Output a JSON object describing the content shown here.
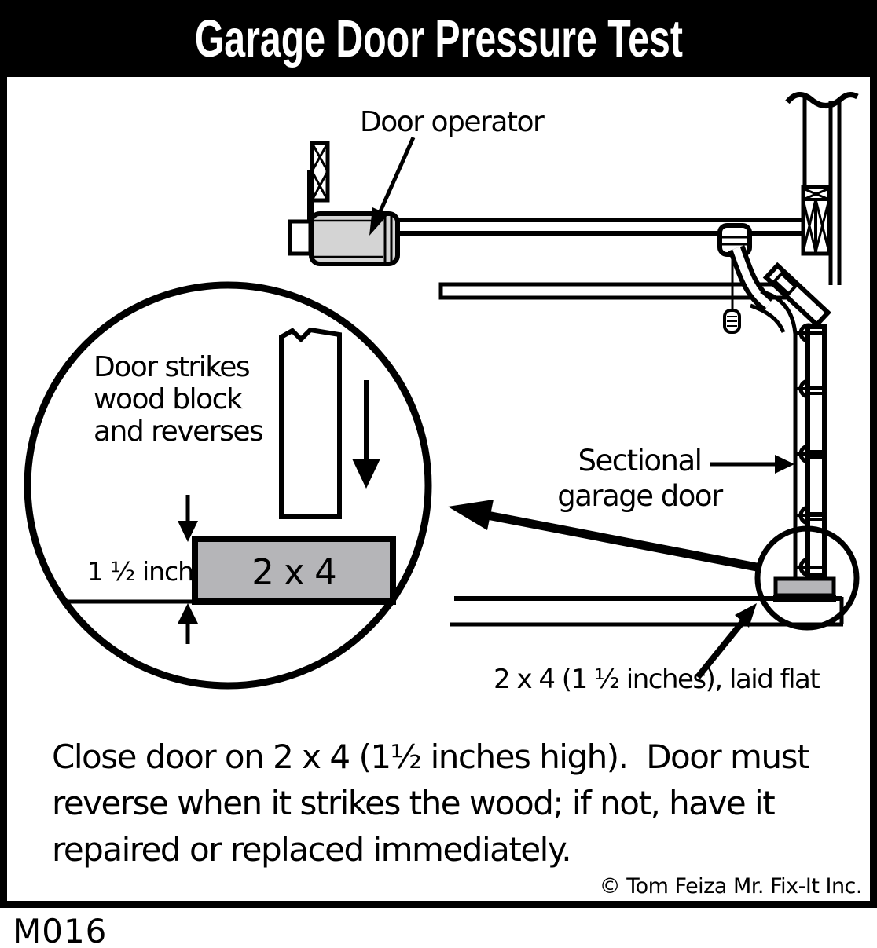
{
  "title": "Garage Door Pressure Test",
  "figure_id": "M016",
  "copyright": "© Tom Feiza Mr. Fix-It Inc.",
  "labels": {
    "door_operator": "Door operator",
    "sectional_line1": "Sectional",
    "sectional_line2": "garage door",
    "board_laid_flat": "2 x 4 (1 ½ inches), laid flat",
    "detail_line1": "Door strikes",
    "detail_line2": "wood block",
    "detail_line3": "and reverses",
    "height_label": "1 ½ inch",
    "block_label": "2 x 4"
  },
  "caption": {
    "line1": "Close door on 2 x 4 (1½ inches high).  Door must",
    "line2": "reverse when it strikes the wood; if not, have it",
    "line3": "repaired or replaced immediately."
  },
  "colors": {
    "ink": "#000000",
    "paper": "#ffffff",
    "wood_block_gray": "#b5b5b8",
    "operator_gray": "#d4d4d4"
  }
}
